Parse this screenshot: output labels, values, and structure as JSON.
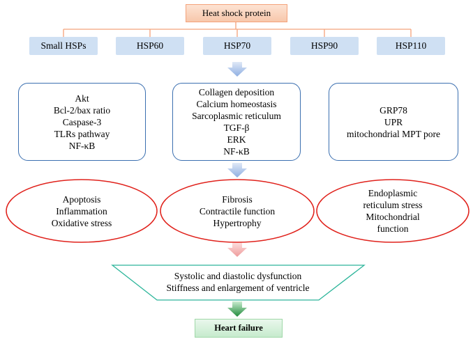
{
  "top": {
    "label": "Heat shock protein"
  },
  "hsps": [
    "Small HSPs",
    "HSP60",
    "HSP70",
    "HSP90",
    "HSP110"
  ],
  "mechanisms": [
    [
      "Akt",
      "Bcl-2/bax ratio",
      "Caspase-3",
      "TLRs pathway",
      "NF-κB"
    ],
    [
      "Collagen deposition",
      "Calcium homeostasis",
      "Sarcoplasmic reticulum",
      "TGF-β",
      "ERK",
      "NF-κB"
    ],
    [
      "GRP78",
      "UPR",
      "mitochondrial MPT pore"
    ]
  ],
  "effects": [
    [
      "Apoptosis",
      "Inflammation",
      "Oxidative stress"
    ],
    [
      "Fibrosis",
      "Contractile function",
      "Hypertrophy"
    ],
    [
      "Endoplasmic",
      "reticulum stress",
      "Mitochondrial",
      "function"
    ]
  ],
  "dysfunction": [
    "Systolic and diastolic dysfunction",
    "Stiffness and enlargement of ventricle"
  ],
  "final": {
    "label": "Heart failure"
  },
  "colors": {
    "top_fill": "#f7c7ab",
    "branch_line": "#f4a27a",
    "hsp_fill": "#cfe0f3",
    "box_border": "#3b6fb0",
    "ellipse_border": "#e0211b",
    "trapezoid_border": "#2cb59a",
    "final_fill": "#c6ebcd",
    "arrow_blue": "#9bb8e6",
    "arrow_pink": "#f2a4a4",
    "arrow_green": "#2e9e47"
  }
}
